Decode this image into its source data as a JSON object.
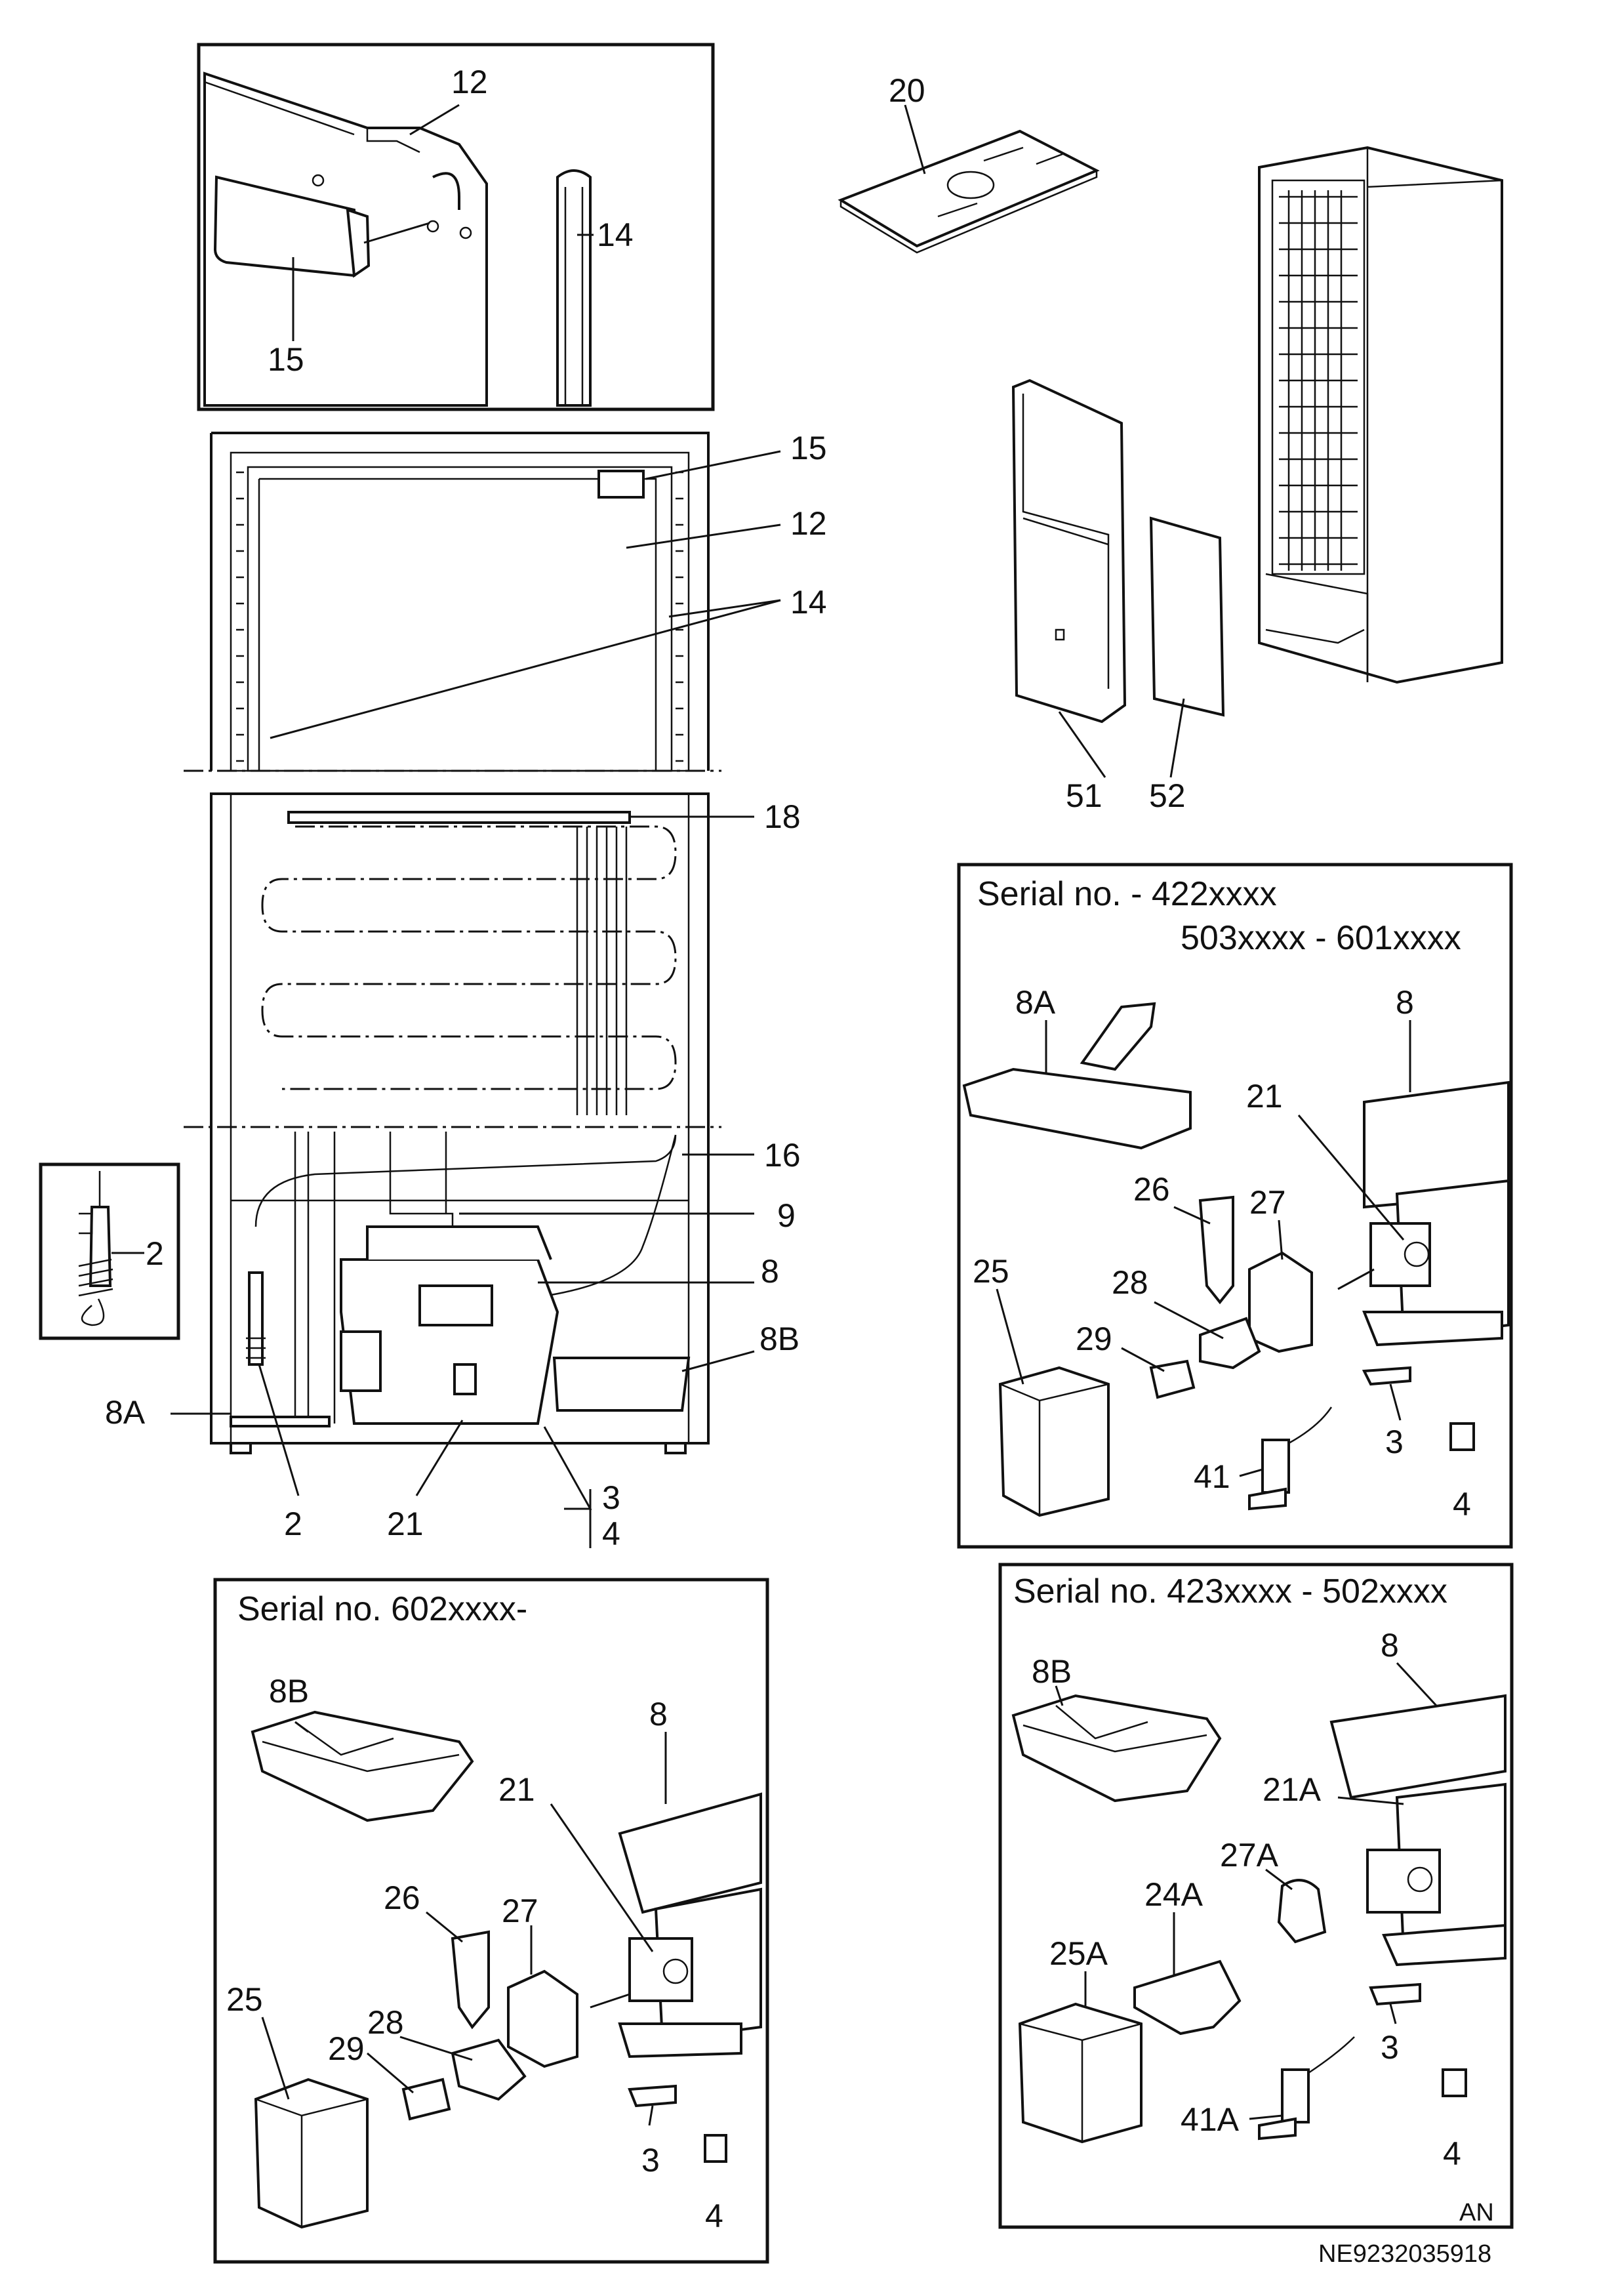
{
  "callouts": {
    "top_inset": [
      "12",
      "14",
      "15"
    ],
    "cabinet_upper": [
      "15",
      "12",
      "14"
    ],
    "cabinet_lower": [
      "18",
      "16",
      "9",
      "8",
      "8B",
      "8A",
      "2",
      "21",
      "3",
      "4"
    ],
    "left_inset": [
      "2"
    ],
    "manual": "20",
    "door_parts": [
      "51",
      "52"
    ]
  },
  "panel_a": {
    "serial_line1": "Serial no. - 422xxxx",
    "serial_line2": "503xxxx - 601xxxx",
    "labels": [
      "8A",
      "8",
      "21",
      "26",
      "27",
      "25",
      "28",
      "29",
      "3",
      "41",
      "4"
    ]
  },
  "panel_b": {
    "serial": "Serial no. 602xxxx-",
    "labels": [
      "8B",
      "8",
      "21",
      "26",
      "27",
      "25",
      "28",
      "29",
      "3",
      "4"
    ]
  },
  "panel_c": {
    "serial": "Serial no. 423xxxx - 502xxxx",
    "labels": [
      "8B",
      "8",
      "21A",
      "27A",
      "25A",
      "24A",
      "3",
      "41A",
      "4"
    ]
  },
  "footer": {
    "code1": "AN",
    "code2": "NE9232035918"
  },
  "colors": {
    "ink": "#111111",
    "paper": "#ffffff"
  }
}
